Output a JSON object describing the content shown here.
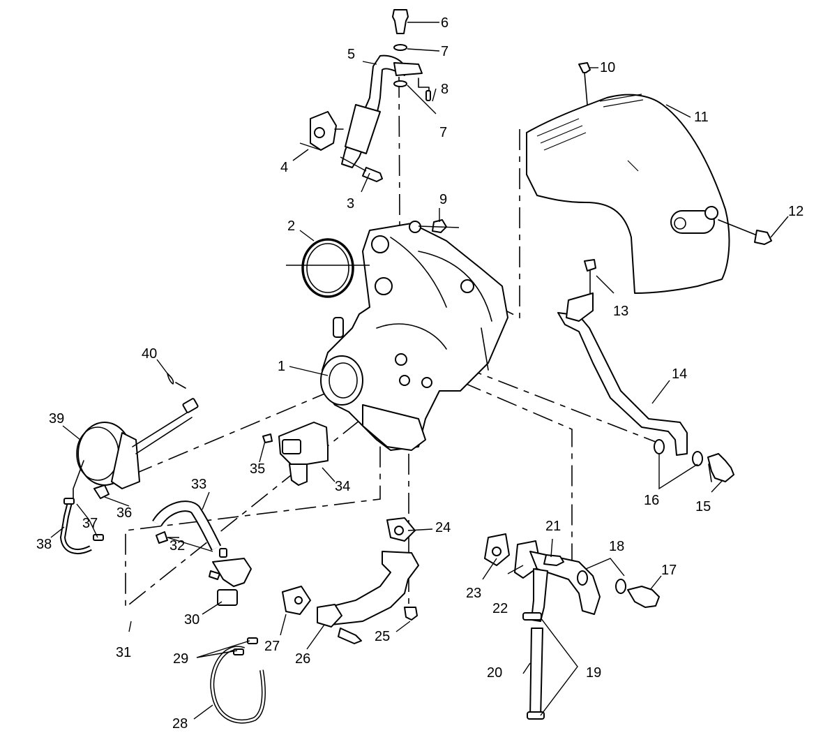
{
  "figure": {
    "callouts": [
      "1",
      "2",
      "3",
      "4",
      "5",
      "6",
      "7",
      "7",
      "8",
      "9",
      "10",
      "11",
      "12",
      "13",
      "14",
      "15",
      "16",
      "17",
      "18",
      "19",
      "20",
      "21",
      "22",
      "23",
      "24",
      "25",
      "26",
      "27",
      "28",
      "29",
      "30",
      "31",
      "32",
      "33",
      "34",
      "35",
      "36",
      "37",
      "38",
      "39",
      "40"
    ]
  }
}
